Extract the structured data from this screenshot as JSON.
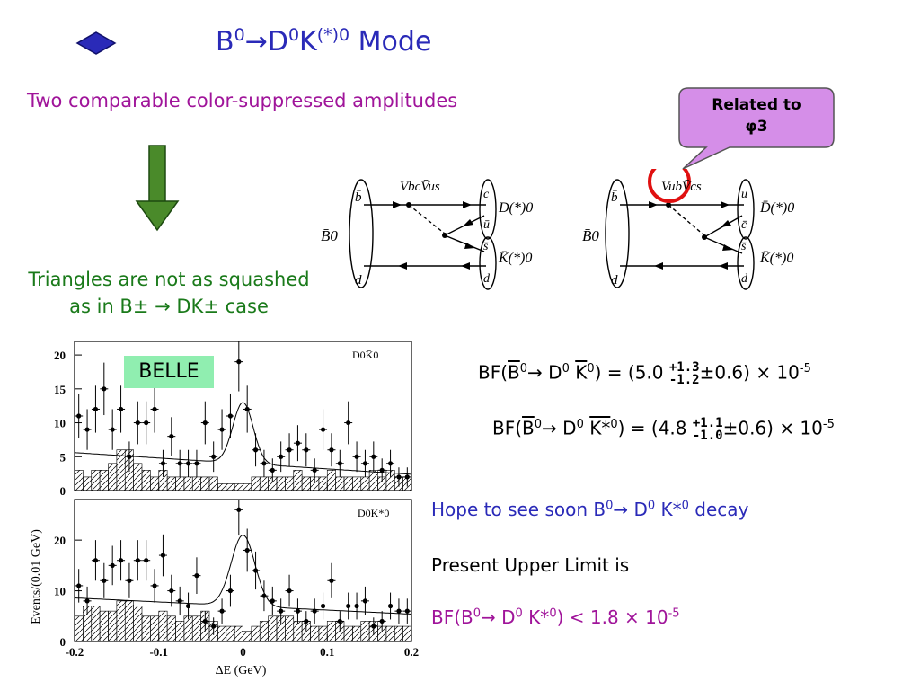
{
  "slide": {
    "title_parts": {
      "b": "B",
      "sup1": "0",
      "arrow": "→",
      "d": "D",
      "sup2": "0",
      "k": "K",
      "sup3": "(*)0",
      "mode": " Mode"
    },
    "subtitle": "Two comparable color-suppressed amplitudes",
    "triangles_line1": "Triangles are not as squashed",
    "triangles_line2": "as in B± → DK± case",
    "callout_line1": "Related to",
    "callout_line2": "φ3"
  },
  "feynman_left": {
    "vertex_label": "VbcV̄us",
    "quarks_left": [
      "b̄",
      "d"
    ],
    "meson_left": "B̄0",
    "quarks_right": [
      "c",
      "ū",
      "s̄",
      "d"
    ],
    "meson_right_top": "D(*)0",
    "meson_right_bottom": "K̄(*)0"
  },
  "feynman_right": {
    "vertex_label": "VubV̄cs",
    "quarks_left": [
      "b̄",
      "d"
    ],
    "meson_left": "B̄0",
    "quarks_right": [
      "u",
      "c̄",
      "s̄",
      "d"
    ],
    "meson_right_top": "D̄(*)0",
    "meson_right_bottom": "K̄(*)0"
  },
  "plot": {
    "belle_label": "BELLE",
    "y_label": "Events/(0.01 GeV)",
    "x_label": "ΔE (GeV)",
    "top_panel_label": "D0K̄0",
    "bottom_panel_label": "D0K̄*0",
    "top_y_ticks": [
      "20",
      "15",
      "10",
      "5",
      "0"
    ],
    "bottom_y_ticks": [
      "20",
      "10",
      "0"
    ],
    "x_ticks": [
      "-0.2",
      "-0.1",
      "0",
      "0.1",
      "0.2"
    ]
  },
  "chart_data": [
    {
      "type": "scatter",
      "title": "D0K̄0",
      "xlabel": "ΔE (GeV)",
      "ylabel": "Events/(0.01 GeV)",
      "xlim": [
        -0.2,
        0.2
      ],
      "ylim": [
        0,
        22
      ],
      "series": [
        {
          "values": [
            {
              "x": -0.195,
              "y": 11
            },
            {
              "x": -0.185,
              "y": 9
            },
            {
              "x": -0.175,
              "y": 12
            },
            {
              "x": -0.165,
              "y": 15
            },
            {
              "x": -0.155,
              "y": 9
            },
            {
              "x": -0.145,
              "y": 12
            },
            {
              "x": -0.135,
              "y": 5
            },
            {
              "x": -0.125,
              "y": 10
            },
            {
              "x": -0.115,
              "y": 10
            },
            {
              "x": -0.105,
              "y": 12
            },
            {
              "x": -0.095,
              "y": 4
            },
            {
              "x": -0.085,
              "y": 8
            },
            {
              "x": -0.075,
              "y": 4
            },
            {
              "x": -0.065,
              "y": 4
            },
            {
              "x": -0.055,
              "y": 4
            },
            {
              "x": -0.045,
              "y": 10
            },
            {
              "x": -0.035,
              "y": 5
            },
            {
              "x": -0.025,
              "y": 9
            },
            {
              "x": -0.015,
              "y": 11
            },
            {
              "x": -0.005,
              "y": 19
            },
            {
              "x": 0.005,
              "y": 12
            },
            {
              "x": 0.015,
              "y": 6
            },
            {
              "x": 0.025,
              "y": 4
            },
            {
              "x": 0.035,
              "y": 3
            },
            {
              "x": 0.045,
              "y": 5
            },
            {
              "x": 0.055,
              "y": 6
            },
            {
              "x": 0.065,
              "y": 7
            },
            {
              "x": 0.075,
              "y": 6
            },
            {
              "x": 0.085,
              "y": 3
            },
            {
              "x": 0.095,
              "y": 9
            },
            {
              "x": 0.105,
              "y": 6
            },
            {
              "x": 0.115,
              "y": 4
            },
            {
              "x": 0.125,
              "y": 10
            },
            {
              "x": 0.135,
              "y": 5
            },
            {
              "x": 0.145,
              "y": 4
            },
            {
              "x": 0.155,
              "y": 5
            },
            {
              "x": 0.165,
              "y": 3
            },
            {
              "x": 0.175,
              "y": 4
            },
            {
              "x": 0.185,
              "y": 2
            },
            {
              "x": 0.195,
              "y": 2
            }
          ]
        }
      ]
    },
    {
      "type": "scatter",
      "title": "D0K̄*0",
      "xlabel": "ΔE (GeV)",
      "ylabel": "Events/(0.01 GeV)",
      "xlim": [
        -0.2,
        0.2
      ],
      "ylim": [
        0,
        28
      ],
      "series": [
        {
          "values": [
            {
              "x": -0.195,
              "y": 11
            },
            {
              "x": -0.185,
              "y": 8
            },
            {
              "x": -0.175,
              "y": 16
            },
            {
              "x": -0.165,
              "y": 12
            },
            {
              "x": -0.155,
              "y": 15
            },
            {
              "x": -0.145,
              "y": 16
            },
            {
              "x": -0.135,
              "y": 12
            },
            {
              "x": -0.125,
              "y": 16
            },
            {
              "x": -0.115,
              "y": 16
            },
            {
              "x": -0.105,
              "y": 11
            },
            {
              "x": -0.095,
              "y": 17
            },
            {
              "x": -0.085,
              "y": 10
            },
            {
              "x": -0.075,
              "y": 8
            },
            {
              "x": -0.065,
              "y": 7
            },
            {
              "x": -0.055,
              "y": 13
            },
            {
              "x": -0.045,
              "y": 4
            },
            {
              "x": -0.035,
              "y": 3
            },
            {
              "x": -0.025,
              "y": 6
            },
            {
              "x": -0.015,
              "y": 10
            },
            {
              "x": -0.005,
              "y": 26
            },
            {
              "x": 0.005,
              "y": 18
            },
            {
              "x": 0.015,
              "y": 14
            },
            {
              "x": 0.025,
              "y": 9
            },
            {
              "x": 0.035,
              "y": 8
            },
            {
              "x": 0.045,
              "y": 6
            },
            {
              "x": 0.055,
              "y": 10
            },
            {
              "x": 0.065,
              "y": 6
            },
            {
              "x": 0.075,
              "y": 4
            },
            {
              "x": 0.085,
              "y": 6
            },
            {
              "x": 0.095,
              "y": 7
            },
            {
              "x": 0.105,
              "y": 12
            },
            {
              "x": 0.115,
              "y": 4
            },
            {
              "x": 0.125,
              "y": 7
            },
            {
              "x": 0.135,
              "y": 7
            },
            {
              "x": 0.145,
              "y": 8
            },
            {
              "x": 0.155,
              "y": 3
            },
            {
              "x": 0.165,
              "y": 4
            },
            {
              "x": 0.175,
              "y": 7
            },
            {
              "x": 0.185,
              "y": 6
            },
            {
              "x": 0.195,
              "y": 6
            }
          ]
        }
      ]
    }
  ],
  "results": {
    "bf1": {
      "prefix": "BF(",
      "b": "B",
      "sup_b": "0",
      "arrow": "→ ",
      "d": "D",
      "sup_d": "0",
      "k": "K",
      "sup_k": "0",
      "mid": ") = (5.0 ",
      "up": "+1.3",
      "down": "-1.2",
      "tail": "±0.6) × 10",
      "exp": "-5"
    },
    "bf2": {
      "prefix": "BF(",
      "b": "B",
      "sup_b": "0",
      "arrow": "→ ",
      "d": "D",
      "sup_d": "0",
      "k": "K*",
      "sup_k": "0",
      "mid": ") = (4.8 ",
      "up": "+1.1",
      "down": "-1.0",
      "tail": "±0.6) × 10",
      "exp": "-5"
    },
    "hope": {
      "text": "Hope to see soon B",
      "sup1": "0",
      "arrow": "→ D",
      "sup2": "0",
      "k": " K*",
      "sup3": "0",
      "tail": " decay"
    },
    "present": "Present Upper Limit is",
    "limit": {
      "prefix": "BF(B",
      "sup1": "0",
      "arrow": "→ D",
      "sup2": "0",
      "k": " K*",
      "sup3": "0",
      "tail": ") < 1.8 × 10",
      "exp": "-5"
    }
  },
  "colors": {
    "title": "#2a2ab8",
    "subtitle": "#a0149a",
    "triangles": "#1a7a1a",
    "arrow": "#4a8a2a",
    "callout": "#d58ee8",
    "circle": "#e01010",
    "belle_bg": "#90eeb0"
  }
}
